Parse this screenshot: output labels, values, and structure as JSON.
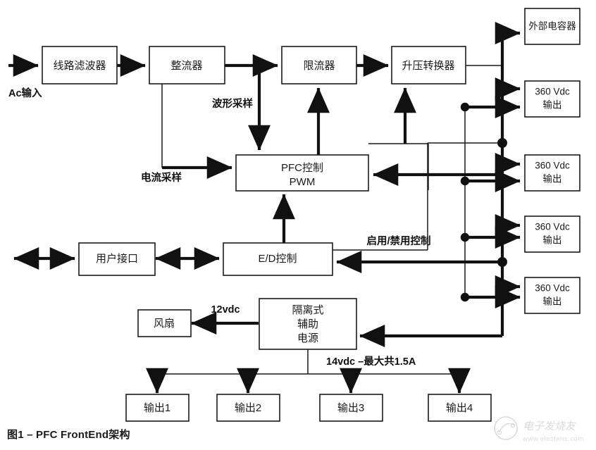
{
  "figure": {
    "caption": "图1 – PFC FrontEnd架构",
    "watermark_text": "电子发烧友",
    "watermark_url": "www.elecfans.com"
  },
  "blocks": {
    "line_filter": "线路滤波器",
    "rectifier": "整流器",
    "current_limiter": "限流器",
    "boost_converter": "升压转换器",
    "external_capacitor": "外部电容器",
    "pfc_control_l1": "PFC控制",
    "pfc_control_l2": "PWM",
    "user_interface": "用户接口",
    "ed_control": "E/D控制",
    "aux_psu_l1": "隔离式",
    "aux_psu_l2": "辅助",
    "aux_psu_l3": "电源",
    "fan": "风扇",
    "dc_out_1_l1": "360 Vdc",
    "dc_out_1_l2": "输出",
    "dc_out_2_l1": "360 Vdc",
    "dc_out_2_l2": "输出",
    "dc_out_3_l1": "360 Vdc",
    "dc_out_3_l2": "输出",
    "dc_out_4_l1": "360 Vdc",
    "dc_out_4_l2": "输出",
    "output_1": "输出1",
    "output_2": "输出2",
    "output_3": "输出3",
    "output_4": "输出4"
  },
  "edge_labels": {
    "ac_input": "Ac输入",
    "waveform_sampling": "波形采样",
    "current_sampling": "电流采样",
    "enable_disable_control": "启用/禁用控制",
    "twelve_vdc": "12vdc",
    "fourteen_vdc": "14vdc –最大共1.5A"
  },
  "colors": {
    "line": "#111111",
    "box_stroke": "#1a1a1a",
    "box_fill": "#ffffff",
    "background": "#ffffff",
    "watermark": "#9aa0a6"
  }
}
